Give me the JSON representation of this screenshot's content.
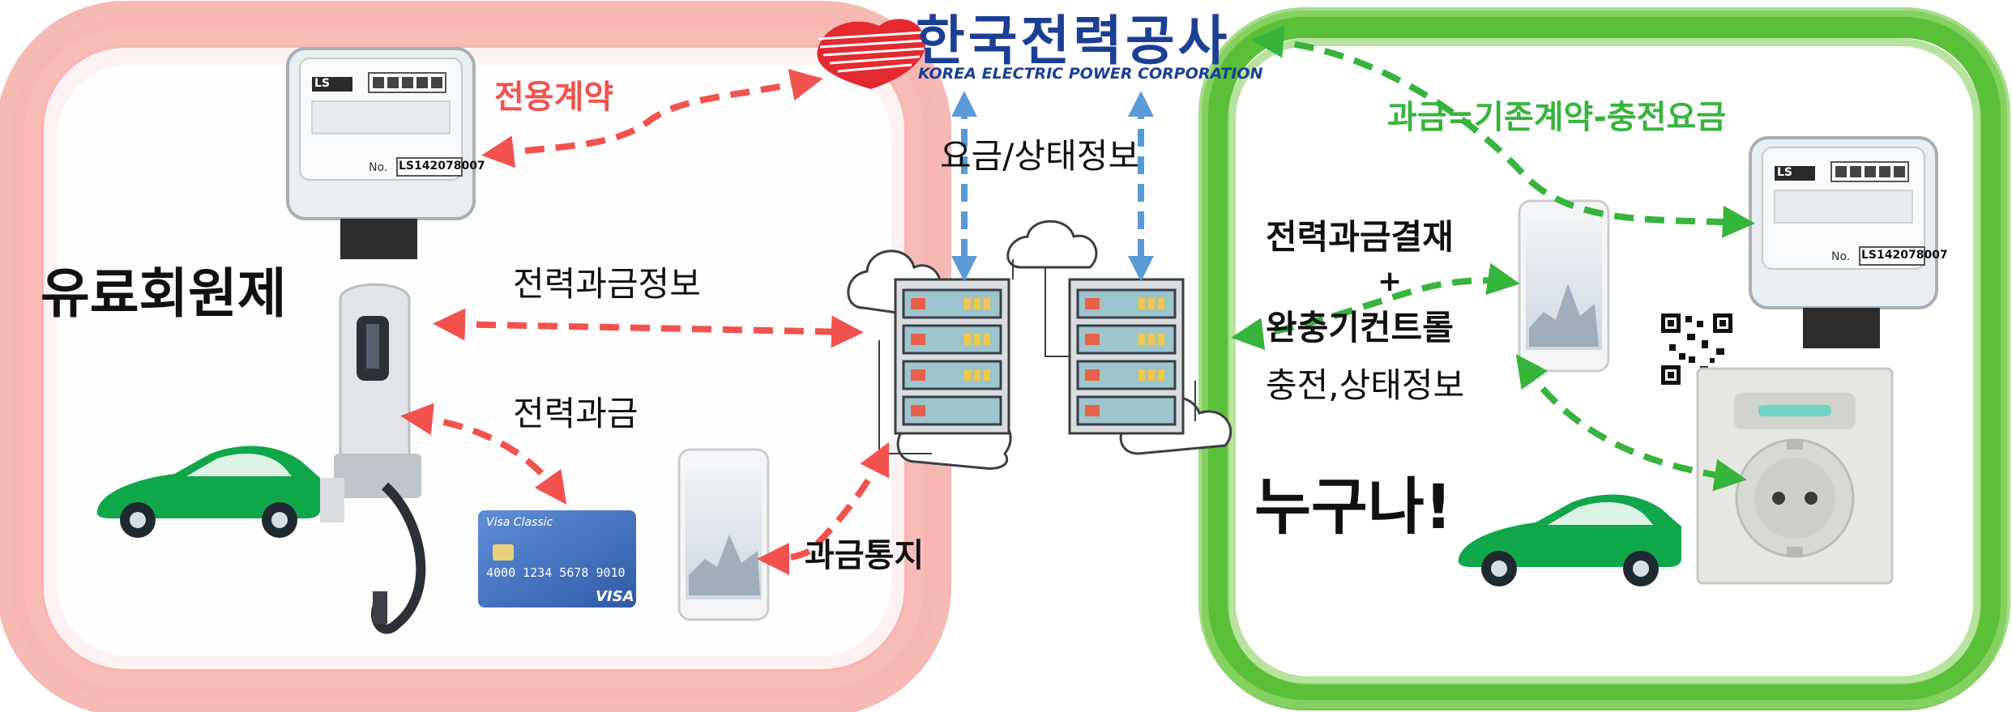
{
  "logo": {
    "korean": "한국전력공사",
    "english": "KOREA ELECTRIC POWER CORPORATION"
  },
  "left_panel": {
    "title": "유료회원제",
    "contract_label": "전용계약",
    "billing_info_label": "전력과금정보",
    "billing_label": "전력과금",
    "notify_label": "과금통지",
    "card_brand_top": "Visa Classic",
    "card_number": "4000 1234 5678 9010",
    "card_brand": "VISA"
  },
  "center": {
    "fee_status_label": "요금/상태정보"
  },
  "right_panel": {
    "billing_formula": "과금=기존계약-충전요금",
    "payment_line1": "전력과금결재",
    "payment_plus": "+",
    "payment_line2": "완충기컨트롤",
    "status_label": "충전,상태정보",
    "anyone_label": "누구나!"
  },
  "meter": {
    "brand": "LS",
    "serial": "LS142078007",
    "no_prefix": "No."
  },
  "colors": {
    "red_accent": "#f2524e",
    "green_accent": "#37b43c",
    "blue_arrow": "#5a9ad6",
    "car_green": "#10a64a",
    "kepco_blue": "#1b3f94",
    "kepco_red": "#e32a2f"
  },
  "icons": [
    "kepco-logo-icon",
    "power-meter-icon",
    "ev-charger-icon",
    "car-icon",
    "credit-card-icon",
    "smartphone-icon",
    "server-rack-icon",
    "cloud-icon",
    "qr-code-icon",
    "power-socket-icon"
  ]
}
